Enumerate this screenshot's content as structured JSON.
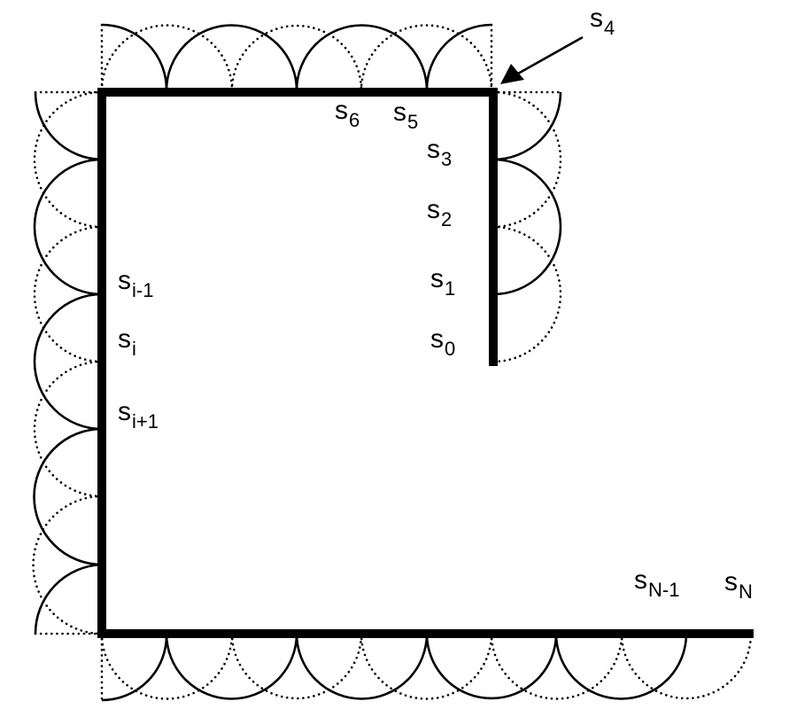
{
  "diagram": {
    "description": "Sensor coverage along an L-shaped boundary with overlapping sensing disks (solid = active, dotted = redundant)",
    "colors": {
      "line": "#000000",
      "background": "#ffffff"
    },
    "labels": {
      "s4": {
        "base": "s",
        "sub": "4"
      },
      "s6": {
        "base": "s",
        "sub": "6"
      },
      "s5": {
        "base": "s",
        "sub": "5"
      },
      "s3": {
        "base": "s",
        "sub": "3"
      },
      "s2": {
        "base": "s",
        "sub": "2"
      },
      "s1": {
        "base": "s",
        "sub": "1"
      },
      "s0": {
        "base": "s",
        "sub": "0"
      },
      "s_im1": {
        "base": "s",
        "sub": "i-1"
      },
      "s_i": {
        "base": "s",
        "sub": "i"
      },
      "s_ip1": {
        "base": "s",
        "sub": "i+1"
      },
      "s_Nm1": {
        "base": "s",
        "sub": "N-1"
      },
      "s_N": {
        "base": "s",
        "sub": "N"
      }
    },
    "arrow": {
      "points_to": "s4",
      "target": "top-right corner"
    }
  }
}
